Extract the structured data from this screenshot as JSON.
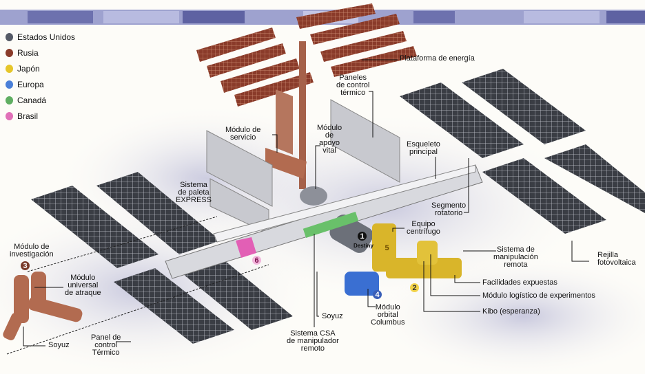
{
  "legend": [
    {
      "label": "Estados Unidos",
      "color": "#555a66"
    },
    {
      "label": "Rusia",
      "color": "#8a3b2a"
    },
    {
      "label": "Japón",
      "color": "#e6c62a"
    },
    {
      "label": "Europa",
      "color": "#4a7fd8"
    },
    {
      "label": "Canadá",
      "color": "#5fae62"
    },
    {
      "label": "Brasil",
      "color": "#e070b8"
    }
  ],
  "labels": {
    "power_platform": "Plataforma de energía",
    "thermal_panels": [
      "Paneles",
      "de control",
      "térmico"
    ],
    "service_module": [
      "Módulo de",
      "servicio"
    ],
    "life_support": [
      "Módulo",
      "de",
      "apoyo",
      "vital"
    ],
    "main_truss": [
      "Esqueleto",
      "principal"
    ],
    "express_pallet": [
      "Sistema",
      "de paleta",
      "EXPRESS"
    ],
    "rotary_segment": [
      "Segmento",
      "rotatorio"
    ],
    "centrifuge": [
      "Equipo",
      "centrífugo"
    ],
    "remote_manip": [
      "Sistema de",
      "manipulación",
      "remota"
    ],
    "pv_array": [
      "Rejilla",
      "fotovoltaica"
    ],
    "exposed_facility": "Facilidades expuestas",
    "logistics_module": "Módulo logístico de experimentos",
    "kibo": "Kibo (esperanza)",
    "research_module": [
      "Módulo de",
      "investigación"
    ],
    "docking_module": [
      "Módulo",
      "universal",
      "de atraque"
    ],
    "soyuz_left": "Soyuz",
    "thermal_panel_left": [
      "Panel de",
      "control",
      "Térmico"
    ],
    "soyuz_mid": "Soyuz",
    "csa_arm": [
      "Sistema CSA",
      "de manipulador",
      "remoto"
    ],
    "columbus": [
      "Módulo",
      "orbital",
      "Columbus"
    ],
    "destiny": "Destiny"
  },
  "numbers": {
    "n1": "1",
    "n2": "2",
    "n3": "3",
    "n4": "4",
    "n5": "5",
    "n6": "6"
  }
}
